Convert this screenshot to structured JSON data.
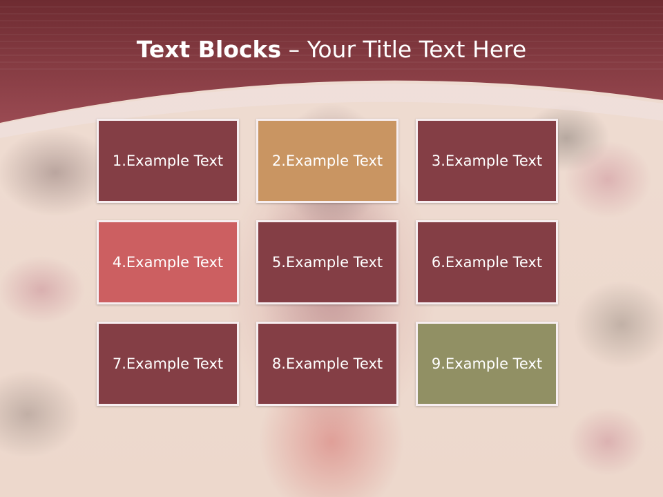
{
  "title": {
    "bold": "Text Blocks",
    "separator": " – ",
    "rest": "Your Title Text Here"
  },
  "colors": {
    "header": "#7a3238",
    "block_default": "#843e45",
    "block_2": "#c99562",
    "block_4": "#cc5f61",
    "block_9": "#919064",
    "block_border": "#f7eef0"
  },
  "blocks": [
    {
      "label": "1.Example Text",
      "color": "#843e45"
    },
    {
      "label": "2.Example Text",
      "color": "#c99562"
    },
    {
      "label": "3.Example Text",
      "color": "#843e45"
    },
    {
      "label": "4.Example Text",
      "color": "#cc5f61"
    },
    {
      "label": "5.Example Text",
      "color": "#843e45"
    },
    {
      "label": "6.Example Text",
      "color": "#843e45"
    },
    {
      "label": "7.Example Text",
      "color": "#843e45"
    },
    {
      "label": "8.Example Text",
      "color": "#843e45"
    },
    {
      "label": "9.Example Text",
      "color": "#919064"
    }
  ]
}
